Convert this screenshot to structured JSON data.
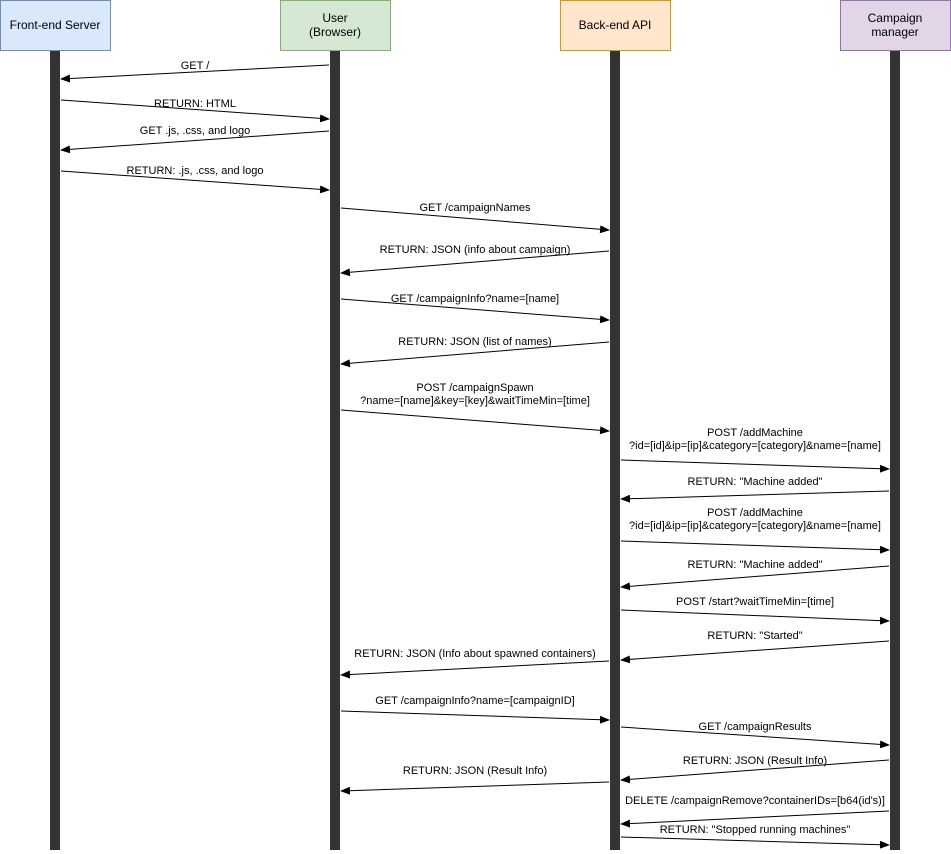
{
  "actors": [
    {
      "id": "frontend",
      "lines": [
        "Front-end Server"
      ],
      "fill": "#dae8fc",
      "stroke": "#6c8ebf"
    },
    {
      "id": "user",
      "lines": [
        "User",
        "(Browser)"
      ],
      "fill": "#d5e8d4",
      "stroke": "#82b366"
    },
    {
      "id": "backend",
      "lines": [
        "Back-end API"
      ],
      "fill": "#ffe6cc",
      "stroke": "#d79b00"
    },
    {
      "id": "campaign",
      "lines": [
        "Campaign",
        "manager"
      ],
      "fill": "#e1d5e7",
      "stroke": "#9673a6"
    }
  ],
  "lifeline_color": "#333333",
  "messages": [
    {
      "from": "user",
      "to": "frontend",
      "label": [
        "GET /"
      ]
    },
    {
      "from": "frontend",
      "to": "user",
      "label": [
        "RETURN: HTML"
      ]
    },
    {
      "from": "user",
      "to": "frontend",
      "label": [
        "GET .js, .css, and logo"
      ]
    },
    {
      "from": "frontend",
      "to": "user",
      "label": [
        "RETURN: .js, .css, and logo"
      ]
    },
    {
      "from": "user",
      "to": "backend",
      "label": [
        "GET /campaignNames"
      ]
    },
    {
      "from": "backend",
      "to": "user",
      "label": [
        "RETURN: JSON (info about campaign)"
      ]
    },
    {
      "from": "user",
      "to": "backend",
      "label": [
        "GET /campaignInfo?name=[name]"
      ]
    },
    {
      "from": "backend",
      "to": "user",
      "label": [
        "RETURN: JSON (list of names)"
      ]
    },
    {
      "from": "user",
      "to": "backend",
      "label": [
        "POST /campaignSpawn",
        "?name=[name]&key=[key]&waitTimeMin=[time]"
      ]
    },
    {
      "from": "backend",
      "to": "campaign",
      "label": [
        "POST /addMachine",
        "?id=[id]&ip=[ip]&category=[category]&name=[name]"
      ]
    },
    {
      "from": "campaign",
      "to": "backend",
      "label": [
        "RETURN: \"Machine added\""
      ]
    },
    {
      "from": "backend",
      "to": "campaign",
      "label": [
        "POST /addMachine",
        "?id=[id]&ip=[ip]&category=[category]&name=[name]"
      ]
    },
    {
      "from": "campaign",
      "to": "backend",
      "label": [
        "RETURN: \"Machine added\""
      ]
    },
    {
      "from": "backend",
      "to": "campaign",
      "label": [
        "POST /start?waitTimeMin=[time]"
      ]
    },
    {
      "from": "campaign",
      "to": "backend",
      "label": [
        "RETURN: \"Started\""
      ]
    },
    {
      "from": "backend",
      "to": "user",
      "label": [
        "RETURN: JSON (Info about spawned containers)"
      ]
    },
    {
      "from": "user",
      "to": "backend",
      "label": [
        "GET /campaignInfo?name=[campaignID]"
      ]
    },
    {
      "from": "backend",
      "to": "campaign",
      "label": [
        "GET /campaignResults"
      ]
    },
    {
      "from": "campaign",
      "to": "backend",
      "label": [
        "RETURN: JSON (Result Info)"
      ]
    },
    {
      "from": "backend",
      "to": "user",
      "label": [
        "RETURN: JSON (Result Info)"
      ]
    },
    {
      "from": "campaign",
      "to": "backend",
      "label": [
        "DELETE /campaignRemove?containerIDs=[b64(id's)]"
      ]
    },
    {
      "from": "backend",
      "to": "campaign",
      "label": [
        "RETURN: \"Stopped running machines\""
      ]
    }
  ]
}
